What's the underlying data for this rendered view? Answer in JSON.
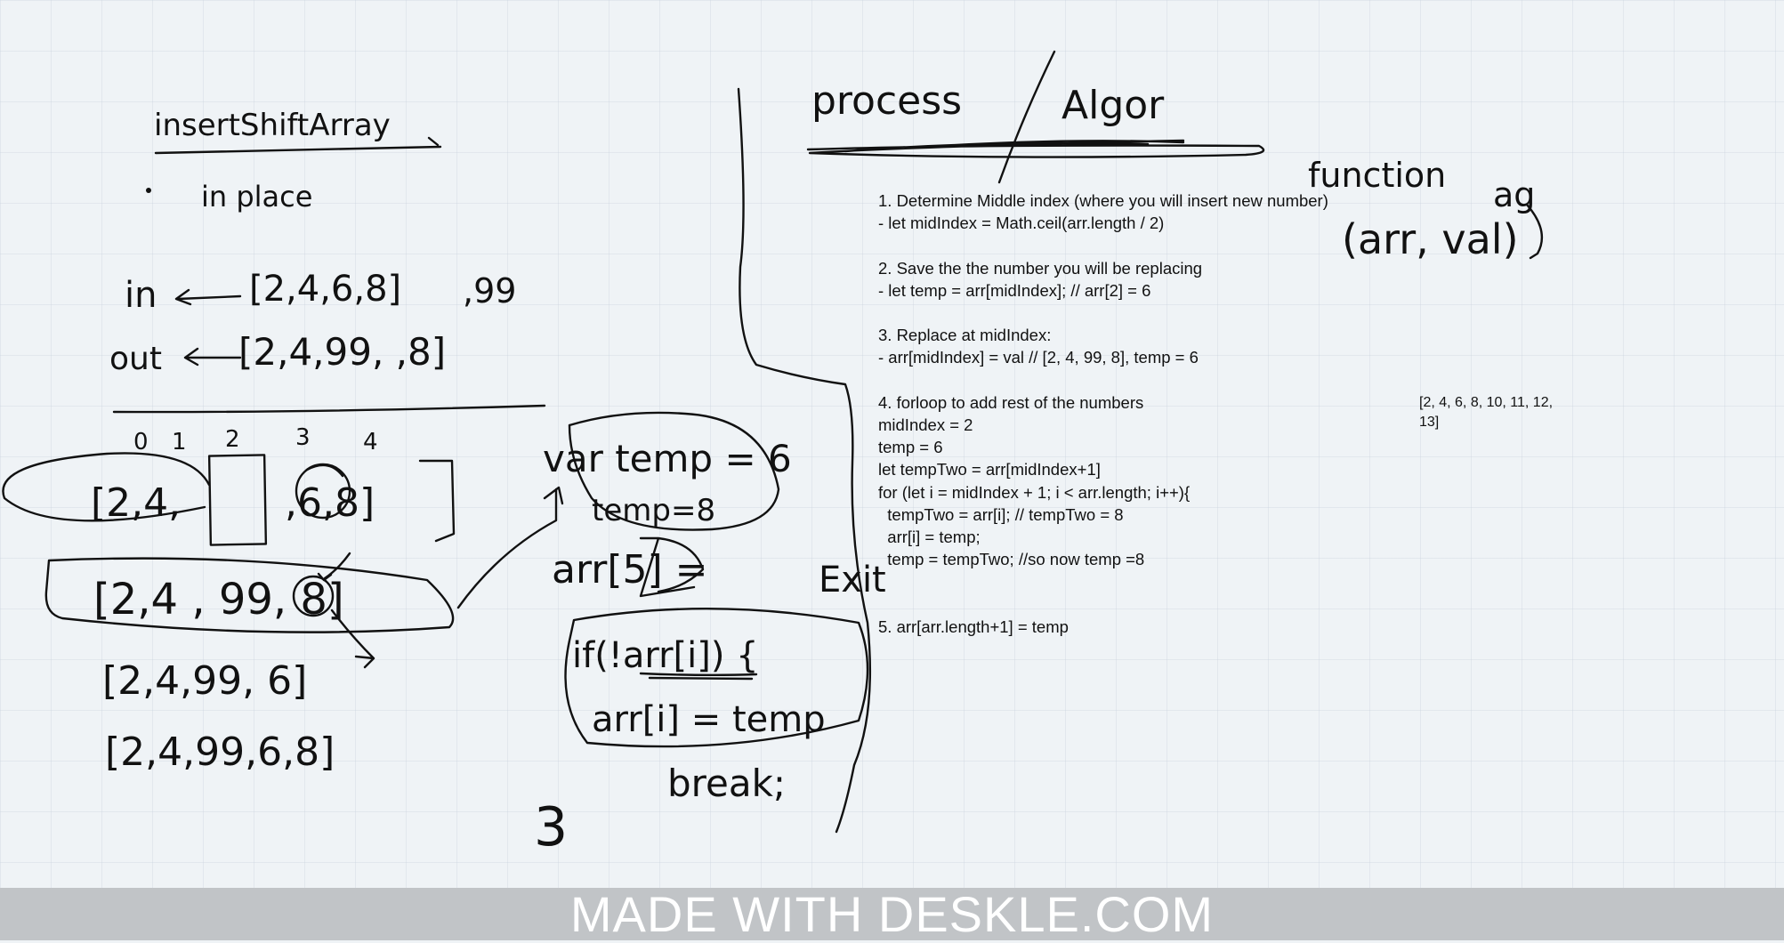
{
  "handwriting": {
    "title": "insertShiftArray",
    "bullet": "in place",
    "in_label": "in",
    "in_array": "[2,4,6,8]",
    "in_val": ",99",
    "out_label": "out",
    "out_array": "[2,4,99, ,8]",
    "indices": [
      "0",
      "1",
      "2",
      "3",
      "4"
    ],
    "array_row1": "[2,4,",
    "array_row1_b": ",6,8]",
    "array_row2": "[2,4 , 99, 8]",
    "array_row3": "[2,4,99, 6]",
    "array_row4": "[2,4,99,6,8]",
    "var_temp": "var temp = 6",
    "temp_8": "temp=8",
    "arr_5": "arr[5] =",
    "exit": "Exit",
    "if_line": "if(!arr[i]) {",
    "assign_line": "arr[i] = temp",
    "break_line": "break;",
    "close_brace": "3",
    "process": "process",
    "algor": "Algor",
    "function_word": "function",
    "function_tail": "ag",
    "function_args": "(arr, val)"
  },
  "notes": {
    "lines": [
      "1. Determine Middle index (where you will insert new number)",
      "- let midIndex = Math.ceil(arr.length / 2)",
      "",
      "2. Save the the number you will be replacing",
      "- let temp = arr[midIndex]; // arr[2] = 6",
      "",
      "3. Replace at midIndex:",
      "- arr[midIndex] = val // [2, 4, 99, 8], temp = 6",
      "",
      "4. forloop to add rest of the numbers",
      "midIndex = 2",
      "temp = 6",
      "let tempTwo = arr[midIndex+1]",
      "for (let i = midIndex + 1; i < arr.length; i++){",
      "  tempTwo = arr[i]; // tempTwo = 8",
      "  arr[i] = temp;",
      "  temp = tempTwo; //so now temp =8",
      "",
      "",
      "5. arr[arr.length+1] = temp"
    ],
    "side_array": "[2, 4, 6, 8, 10, 11, 12, 13]"
  },
  "footer": {
    "watermark": "MADE WITH DESKLE.COM"
  }
}
